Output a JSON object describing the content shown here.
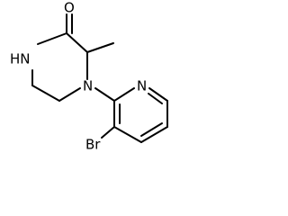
{
  "molecule": {
    "atoms": {
      "nh": "HN",
      "o": "O",
      "n_bridge": "N",
      "n_pyridine": "N",
      "br": "Br"
    }
  }
}
